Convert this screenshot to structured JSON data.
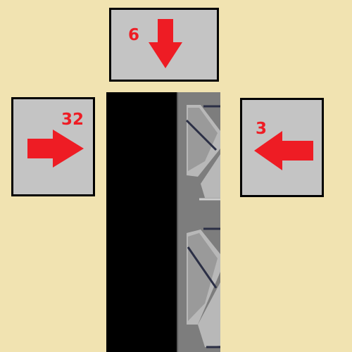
{
  "panels": {
    "top": {
      "count": "6",
      "arrow": "arrow-down-icon"
    },
    "left": {
      "count": "32",
      "arrow": "arrow-right-icon"
    },
    "right": {
      "count": "3",
      "arrow": "arrow-left-icon"
    }
  },
  "colors": {
    "background": "#f1e3b1",
    "panel": "#c4c4c4",
    "arrow": "#ee1c24",
    "shaft": "#000000",
    "tower_steel": "#7d7d7d",
    "tower_highlight": "#b8b8b8",
    "tower_rivet": "#2b2f45"
  }
}
